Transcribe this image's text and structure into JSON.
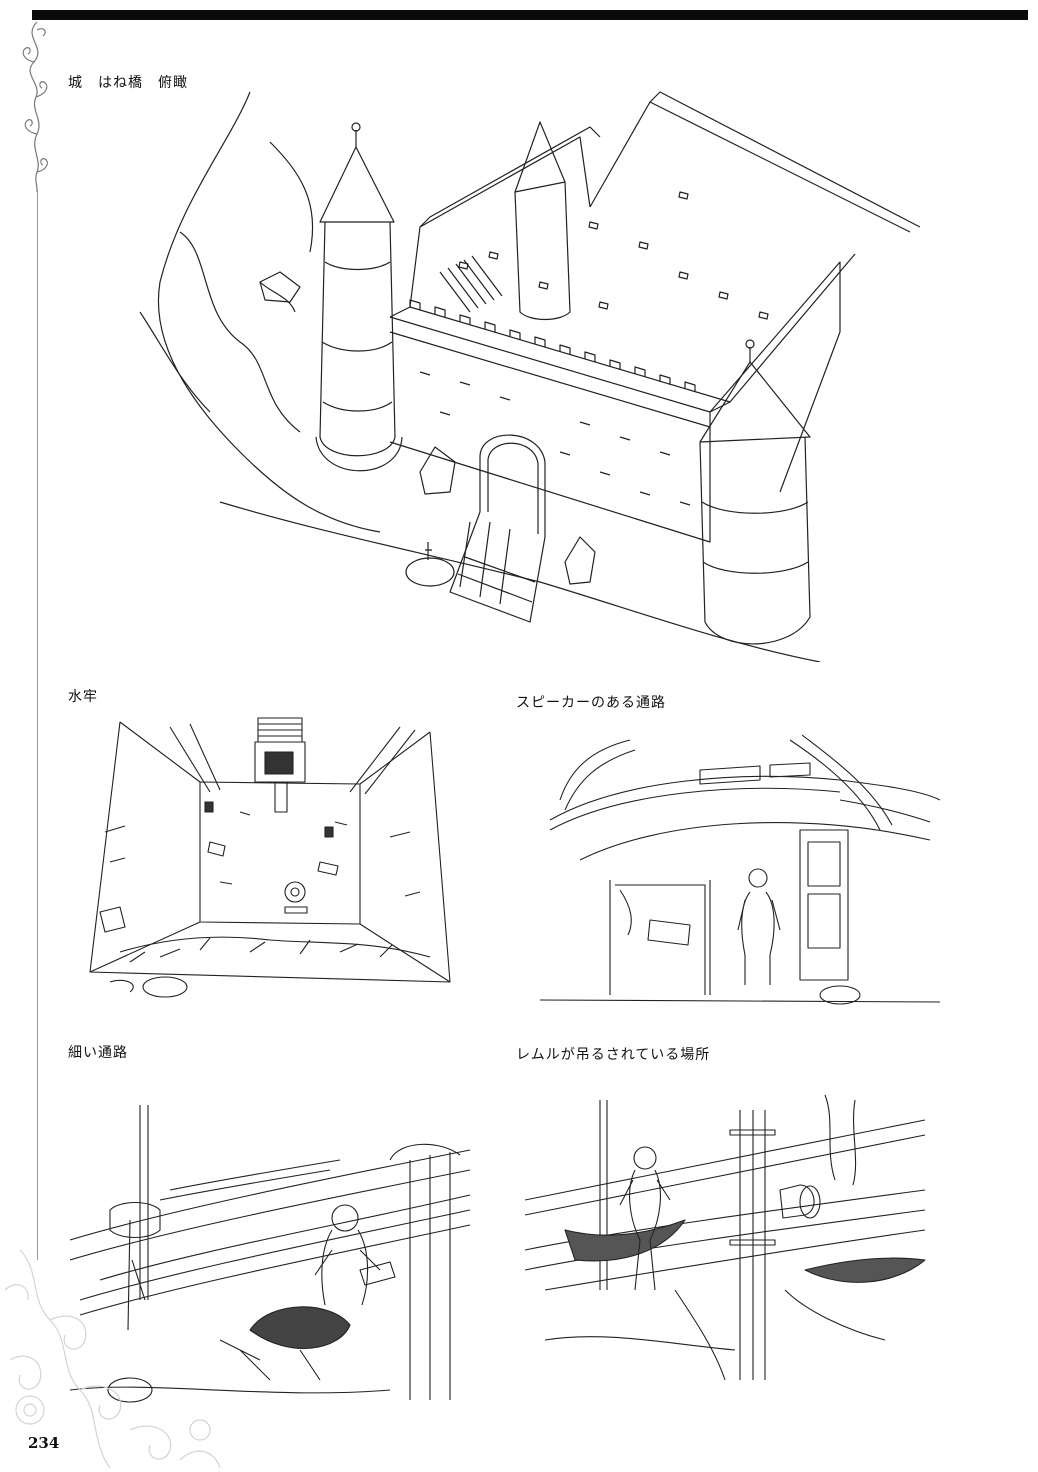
{
  "captions": {
    "castle": "城　はね橋　俯瞰",
    "dungeon": "水牢",
    "speaker_passage": "スピーカーのある通路",
    "narrow_passage": "細い通路",
    "lemuru_place": "レムルが吊るされている場所"
  },
  "page_number": "234",
  "icons": {
    "frame_ornament": "vine-scroll-ornament",
    "floral_watermark": "floral-watermark"
  },
  "colors": {
    "ink": "#111111",
    "top_bar": "#0a0a0a",
    "paper": "#ffffff"
  }
}
